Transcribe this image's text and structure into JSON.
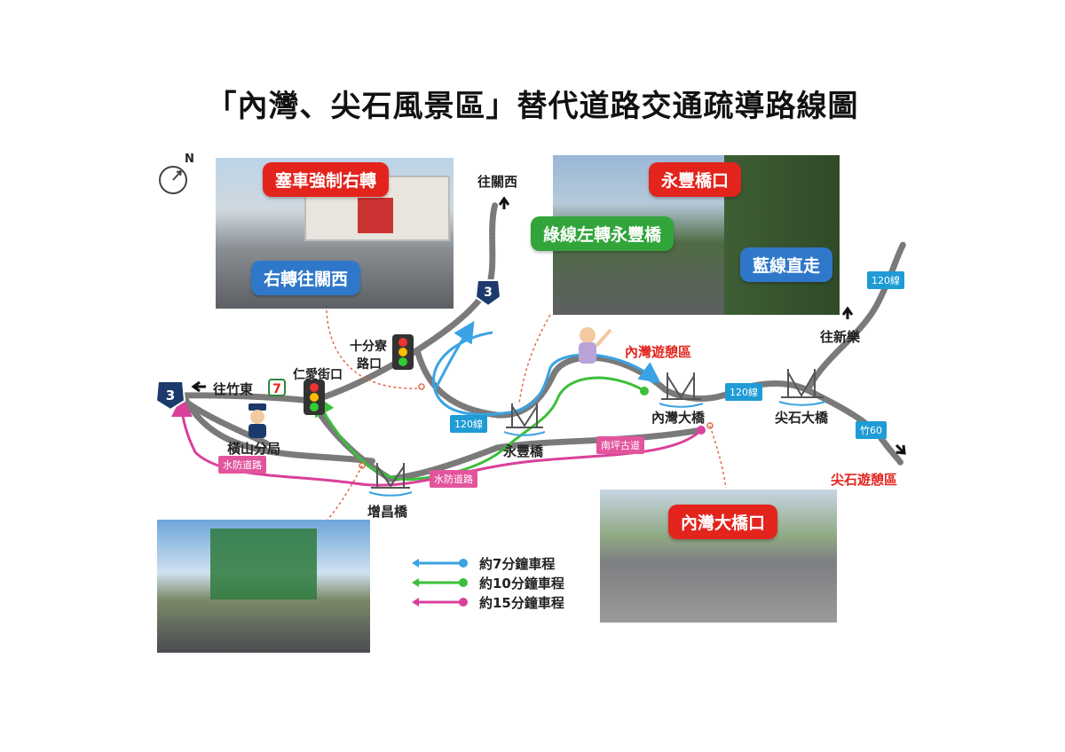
{
  "title": "「內灣、尖石風景區」替代道路交通疏導路線圖",
  "compass": {
    "label": "N"
  },
  "photo_tags": {
    "force_right": "塞車強制右轉",
    "right_to_guanxi": "右轉往關西",
    "yongfeng_junction": "永豐橋口",
    "green_left": "綠線左轉永豐橋",
    "blue_straight": "藍線直走",
    "neiwan_bridge_junction": "內灣大橋口"
  },
  "places": {
    "to_guanxi": "往關西",
    "to_zhudong": "往竹東",
    "to_xinle": "往新樂",
    "shifenliao_1": "十分寮",
    "shifenliao_2": "路口",
    "renai": "仁愛街口",
    "hengshan_police": "橫山分局",
    "yongfeng_bridge": "永豐橋",
    "neiwan_rest": "內灣遊憩區",
    "neiwan_bridge": "內灣大橋",
    "jianshi_bridge": "尖石大橋",
    "jianshi_rest": "尖石遊憩區",
    "zengchang_bridge": "增昌橋"
  },
  "road_tags": {
    "r120_a": "120線",
    "r120_b": "120線",
    "r120_c": "120線",
    "zhu60": "竹60",
    "nanping": "南坪古道",
    "shuifang_a": "水防道路",
    "shuifang_b": "水防道路"
  },
  "highway_shield": "3",
  "legend": [
    {
      "label": "約7分鐘車程",
      "color": "#3aa3e3"
    },
    {
      "label": "約10分鐘車程",
      "color": "#3cbf3a"
    },
    {
      "label": "約15分鐘車程",
      "color": "#d9409a"
    }
  ],
  "colors": {
    "road": "#777777",
    "blue": "#3aa3e3",
    "green": "#3cbf3a",
    "pink": "#d9409a",
    "tag_red": "#e3241d"
  }
}
